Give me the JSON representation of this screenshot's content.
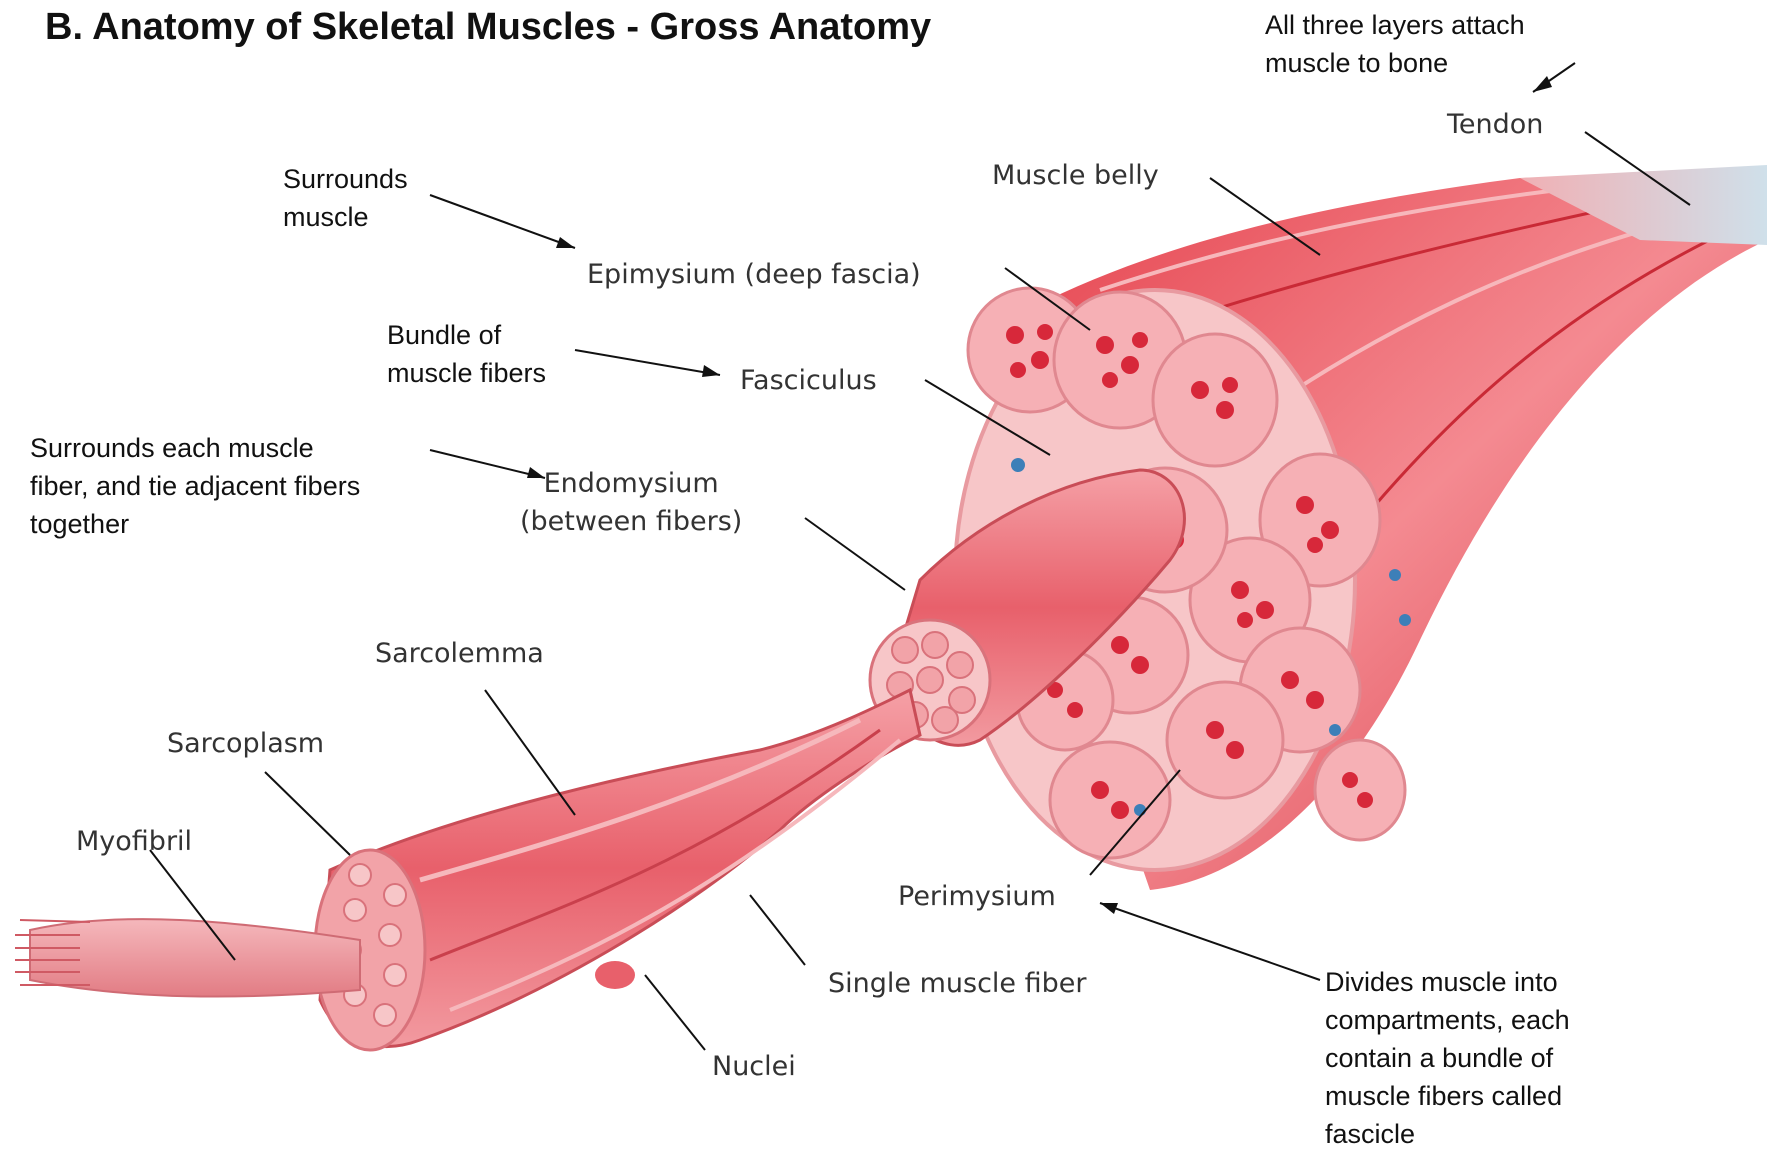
{
  "title": "B. Anatomy of Skeletal Muscles - Gross Anatomy",
  "labels": {
    "tendon": "Tendon",
    "muscle_belly": "Muscle belly",
    "epimysium": "Epimysium (deep fascia)",
    "fasciculus": "Fasciculus",
    "endomysium": [
      "Endomysium",
      "(between fibers)"
    ],
    "sarcolemma": "Sarcolemma",
    "sarcoplasm": "Sarcoplasm",
    "myofibril": "Myofibril",
    "perimysium": "Perimysium",
    "single_fiber": "Single muscle fiber",
    "nuclei": "Nuclei"
  },
  "notes": {
    "layers": [
      "All three layers attach",
      "muscle to bone"
    ],
    "surrounds_muscle": [
      "Surrounds",
      "muscle"
    ],
    "bundle": [
      "Bundle of",
      "muscle fibers"
    ],
    "endo": [
      "Surrounds each muscle",
      "fiber, and tie adjacent fibers",
      "together"
    ],
    "divides": [
      "Divides muscle into",
      "compartments, each",
      "contain a bundle of",
      "muscle fibers called",
      "fascicle"
    ]
  },
  "colors": {
    "muscle_red": "#d9313f",
    "muscle_pink": "#f2a3a8",
    "fascia_pink": "#f7c6c8",
    "tendon_blue": "#c8dbe6"
  }
}
